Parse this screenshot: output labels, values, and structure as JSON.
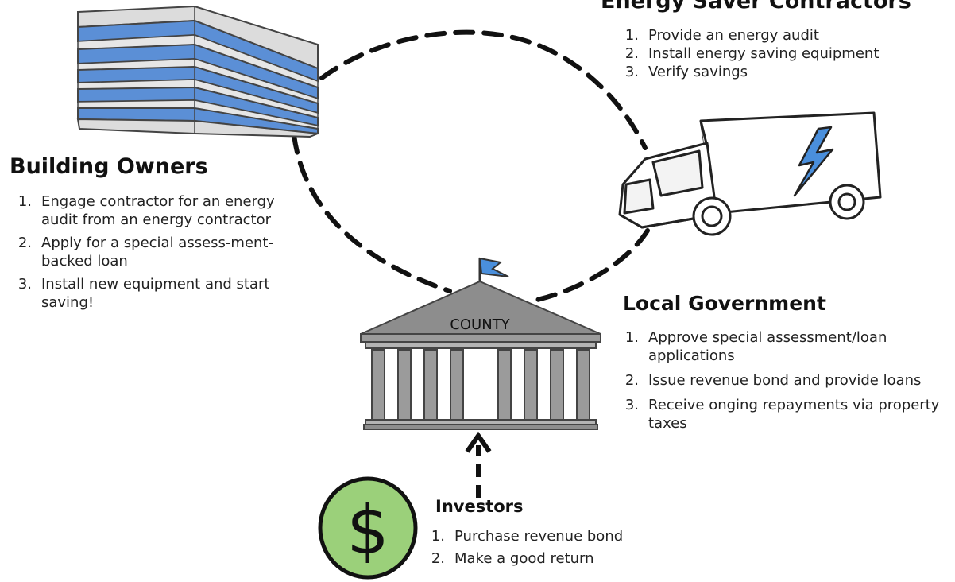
{
  "building_owners": {
    "title": "Building Owners",
    "steps": [
      {
        "num": "1.",
        "text": "Engage contractor for an energy audit from an energy contractor"
      },
      {
        "num": "2.",
        "text": "Apply for a special assess-ment-backed loan"
      },
      {
        "num": "3.",
        "text": "Install new equipment and start saving!"
      }
    ]
  },
  "energy_saver_contractors": {
    "title": "Energy Saver Contractors",
    "steps": [
      {
        "num": "1.",
        "text": "Provide an energy audit"
      },
      {
        "num": "2.",
        "text": "Install energy saving equipment"
      },
      {
        "num": "3.",
        "text": "Verify savings"
      }
    ]
  },
  "local_government": {
    "title": "Local Government",
    "building_label": "COUNTY",
    "steps": [
      {
        "num": "1.",
        "text": "Approve special assessment/loan applications"
      },
      {
        "num": "2.",
        "text": "Issue revenue bond and provide loans"
      },
      {
        "num": "3.",
        "text": "Receive onging repayments via property taxes"
      }
    ]
  },
  "investors": {
    "title": "Investors",
    "coin_symbol": "$",
    "steps": [
      {
        "num": "1.",
        "text": "Purchase revenue bond"
      },
      {
        "num": "2.",
        "text": "Make a good return"
      }
    ]
  },
  "icons": {
    "building": "office-building-icon",
    "truck": "delivery-truck-icon",
    "lightning": "lightning-bolt-icon",
    "county": "county-courthouse-icon",
    "flag": "flag-icon",
    "coin": "dollar-coin-icon",
    "arrow": "dashed-arrow-up-icon"
  },
  "colors": {
    "building_blue": "#5b8fd6",
    "bolt_blue": "#4a8fdc",
    "coin_green": "#9bd07a",
    "courthouse_gray": "#8d8d8d"
  }
}
